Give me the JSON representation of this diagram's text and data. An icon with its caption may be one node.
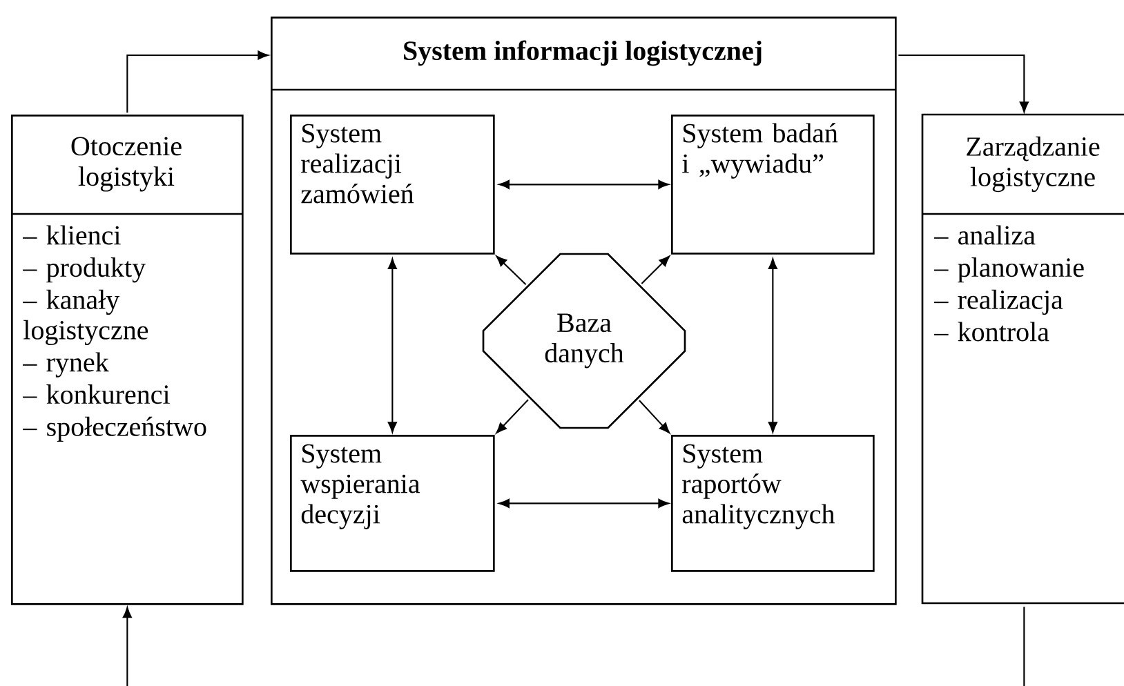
{
  "diagram": {
    "nodes": [
      {
        "text": [
          "Otoczenie logistyki",
          "– klienci",
          "– produkty",
          "– kanały logistyczne",
          "– rynek",
          "– konkurenci",
          "– społeczeństwo"
        ]
      },
      {
        "text": [
          "System informacji logistycznej"
        ]
      },
      {
        "text": [
          "System realizacji zamówień"
        ],
        "in": 1
      },
      {
        "text": [
          "System badań i „wywiadu”"
        ],
        "in": 1
      },
      {
        "text": [
          "Baza danych"
        ],
        "in": 1
      },
      {
        "text": [
          "System wspierania decyzji"
        ],
        "in": 1
      },
      {
        "text": [
          "System raportów analitycznych"
        ],
        "in": 1
      },
      {
        "text": [
          "Zarządzanie logistyczne",
          "– analiza",
          "– planowanie",
          "– realizacja",
          "– kontrola"
        ]
      }
    ],
    "edges": [
      {
        "from": 0,
        "to": 1,
        "arrow": "to"
      },
      {
        "from": 1,
        "to": 7,
        "arrow": "to"
      },
      {
        "from": null,
        "to": 0,
        "arrow": "to"
      },
      {
        "from": 7,
        "to": null,
        "arrow": "none"
      },
      {
        "from": 2,
        "to": 3,
        "arrow": "both"
      },
      {
        "from": 2,
        "to": 5,
        "arrow": "both"
      },
      {
        "from": 3,
        "to": 6,
        "arrow": "both"
      },
      {
        "from": 5,
        "to": 6,
        "arrow": "both"
      },
      {
        "from": 4,
        "to": 2,
        "arrow": "to"
      },
      {
        "from": 4,
        "to": 3,
        "arrow": "to"
      },
      {
        "from": 4,
        "to": 5,
        "arrow": "to"
      },
      {
        "from": 4,
        "to": 6,
        "arrow": "to"
      }
    ]
  }
}
